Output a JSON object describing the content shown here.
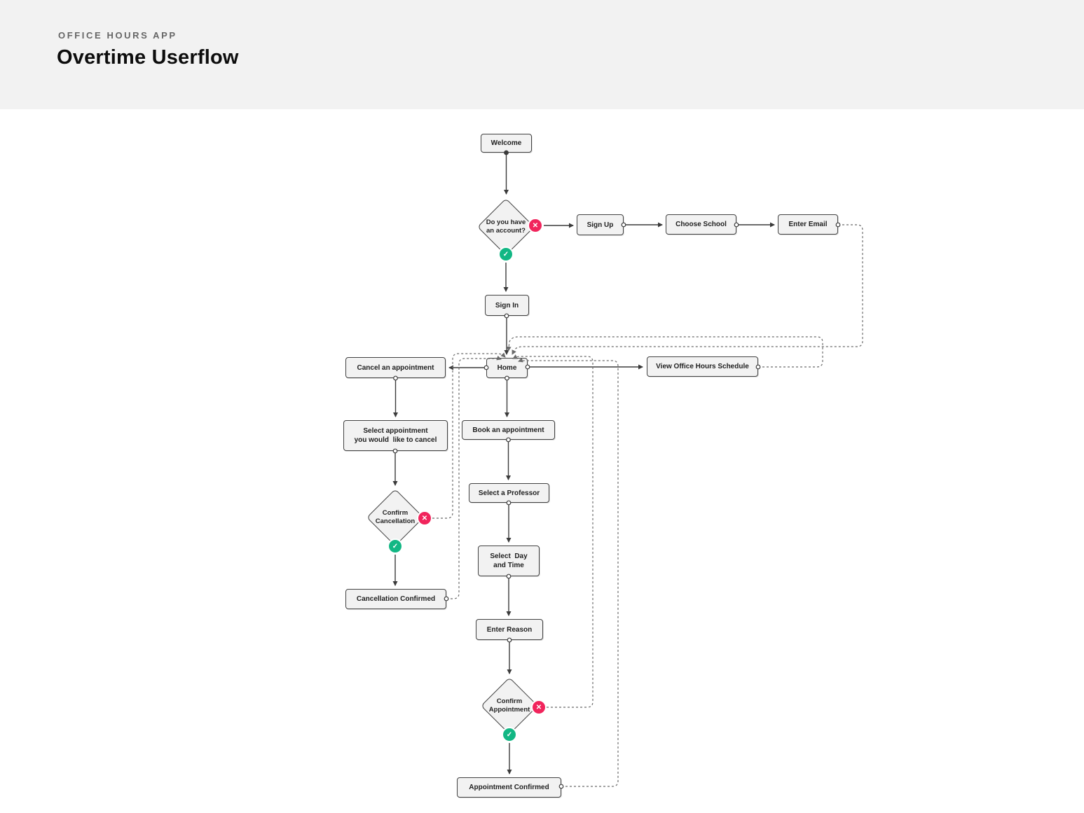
{
  "header": {
    "app_label": "OFFICE HOURS APP",
    "title": "Overtime Userflow"
  },
  "colors": {
    "header_bg": "#f2f2f2",
    "canvas_bg": "#ffffff",
    "node_fill": "#f2f2f2",
    "node_border": "#424242",
    "text": "#1f1f1f",
    "edge": "#3b3b3b",
    "dashed_edge": "#6b6b6b",
    "danger": "#f1245c",
    "success": "#12b784",
    "label_muted": "#666666"
  },
  "flowchart": {
    "nodes": [
      {
        "id": "welcome",
        "lines": [
          "Welcome"
        ],
        "shape": "box"
      },
      {
        "id": "has_account",
        "lines": [
          "Do you have",
          "an account?"
        ],
        "shape": "diamond"
      },
      {
        "id": "sign_up",
        "lines": [
          "Sign Up"
        ],
        "shape": "box"
      },
      {
        "id": "choose_school",
        "lines": [
          "Choose School"
        ],
        "shape": "box"
      },
      {
        "id": "enter_email",
        "lines": [
          "Enter Email"
        ],
        "shape": "box"
      },
      {
        "id": "sign_in",
        "lines": [
          "Sign In"
        ],
        "shape": "box"
      },
      {
        "id": "home",
        "lines": [
          "Home"
        ],
        "shape": "box"
      },
      {
        "id": "cancel_appt",
        "lines": [
          "Cancel an appointment"
        ],
        "shape": "box"
      },
      {
        "id": "view_schedule",
        "lines": [
          "View Office Hours Schedule"
        ],
        "shape": "box"
      },
      {
        "id": "select_appt_cancel",
        "lines": [
          "Select appointment",
          "you would  like to cancel"
        ],
        "shape": "box"
      },
      {
        "id": "confirm_cancel",
        "lines": [
          "Confirm",
          "Cancellation"
        ],
        "shape": "diamond"
      },
      {
        "id": "cancel_confirmed",
        "lines": [
          "Cancellation Confirmed"
        ],
        "shape": "box"
      },
      {
        "id": "book_appt",
        "lines": [
          "Book an appointment"
        ],
        "shape": "box"
      },
      {
        "id": "select_professor",
        "lines": [
          "Select a Professor"
        ],
        "shape": "box"
      },
      {
        "id": "select_day_time",
        "lines": [
          "Select  Day",
          "and Time"
        ],
        "shape": "box"
      },
      {
        "id": "enter_reason",
        "lines": [
          "Enter Reason"
        ],
        "shape": "box"
      },
      {
        "id": "confirm_appt",
        "lines": [
          "Confirm",
          "Appointment"
        ],
        "shape": "diamond"
      },
      {
        "id": "appt_confirmed",
        "lines": [
          "Appointment Confirmed"
        ],
        "shape": "box"
      }
    ],
    "edges": [
      {
        "from": "welcome",
        "to": "has_account",
        "style": "solid"
      },
      {
        "from": "has_account",
        "to": "sign_up",
        "style": "solid",
        "branch": "no"
      },
      {
        "from": "sign_up",
        "to": "choose_school",
        "style": "solid"
      },
      {
        "from": "choose_school",
        "to": "enter_email",
        "style": "solid"
      },
      {
        "from": "has_account",
        "to": "sign_in",
        "style": "solid",
        "branch": "yes"
      },
      {
        "from": "sign_in",
        "to": "home",
        "style": "solid"
      },
      {
        "from": "home",
        "to": "cancel_appt",
        "style": "solid"
      },
      {
        "from": "home",
        "to": "view_schedule",
        "style": "solid"
      },
      {
        "from": "home",
        "to": "book_appt",
        "style": "solid"
      },
      {
        "from": "cancel_appt",
        "to": "select_appt_cancel",
        "style": "solid"
      },
      {
        "from": "select_appt_cancel",
        "to": "confirm_cancel",
        "style": "solid"
      },
      {
        "from": "confirm_cancel",
        "to": "cancel_confirmed",
        "style": "solid",
        "branch": "yes"
      },
      {
        "from": "book_appt",
        "to": "select_professor",
        "style": "solid"
      },
      {
        "from": "select_professor",
        "to": "select_day_time",
        "style": "solid"
      },
      {
        "from": "select_day_time",
        "to": "enter_reason",
        "style": "solid"
      },
      {
        "from": "enter_reason",
        "to": "confirm_appt",
        "style": "solid"
      },
      {
        "from": "confirm_appt",
        "to": "appt_confirmed",
        "style": "solid",
        "branch": "yes"
      },
      {
        "from": "enter_email",
        "to": "home",
        "style": "dashed"
      },
      {
        "from": "view_schedule",
        "to": "home",
        "style": "dashed"
      },
      {
        "from": "confirm_cancel",
        "to": "home",
        "style": "dashed",
        "branch": "no"
      },
      {
        "from": "cancel_confirmed",
        "to": "home",
        "style": "dashed"
      },
      {
        "from": "confirm_appt",
        "to": "home",
        "style": "dashed",
        "branch": "no"
      },
      {
        "from": "appt_confirmed",
        "to": "home",
        "style": "dashed"
      }
    ],
    "badges": [
      {
        "node": "has_account",
        "type": "no",
        "icon": "✕"
      },
      {
        "node": "has_account",
        "type": "yes",
        "icon": "✓"
      },
      {
        "node": "confirm_cancel",
        "type": "no",
        "icon": "✕"
      },
      {
        "node": "confirm_cancel",
        "type": "yes",
        "icon": "✓"
      },
      {
        "node": "confirm_appt",
        "type": "no",
        "icon": "✕"
      },
      {
        "node": "confirm_appt",
        "type": "yes",
        "icon": "✓"
      }
    ]
  }
}
